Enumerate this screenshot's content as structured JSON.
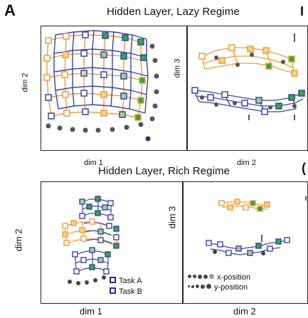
{
  "figure": {
    "panel_letter": "A",
    "cut_glyph_top": "I",
    "cut_glyph_bottom": "("
  },
  "top_row": {
    "title": "Hidden Layer, Lazy Regime",
    "left_xlabel": "dim 1",
    "left_ylabel": "dim 2",
    "right_xlabel": "dim 2",
    "right_ylabel": "dim 3"
  },
  "bottom_row": {
    "title": "Hidden Layer, Rich Regime",
    "left_xlabel": "dim 1",
    "left_ylabel": "dim 2",
    "right_xlabel": "dim 2",
    "right_ylabel": "dim 3",
    "legend_tasks": [
      {
        "label": "Task A",
        "color": "#1f2f8f"
      },
      {
        "label": "Task B",
        "color": "#1f2f8f"
      }
    ],
    "legend_positions": [
      {
        "label": "x-position"
      },
      {
        "label": "y-position"
      }
    ]
  },
  "colors": {
    "orange": "#f29a3a",
    "blue": "#3845a8",
    "green": "#2faa3a",
    "dark": "#222222"
  }
}
